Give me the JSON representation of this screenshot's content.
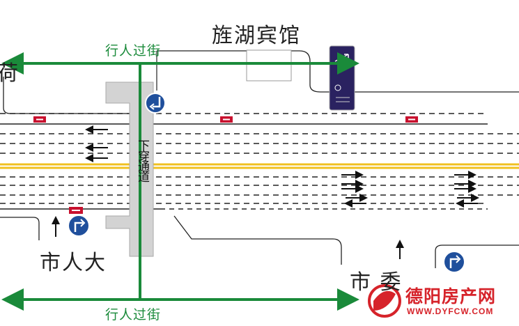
{
  "labels": {
    "hotel": "旌湖宾馆",
    "crossing_top": "行人过街",
    "crossing_bottom": "行人过街",
    "people_congress": "市人大",
    "party_committee": "市 委",
    "edge_left": "荷",
    "underpass": "下穿通道"
  },
  "watermark": {
    "brand": "德阳房产网",
    "url": "WWW.DYFCW.COM"
  },
  "colors": {
    "green_arrow": "#1a8a3a",
    "center_line": "#f0c020",
    "sign_blue": "#1f4f9c",
    "hotel_sign": "#2a2260",
    "watermark_red": "#d6232a"
  },
  "icons": [
    "turn-right-sign-icon",
    "turn-left-sign-icon",
    "no-entry-sign-icon",
    "straight-arrow-icon"
  ]
}
